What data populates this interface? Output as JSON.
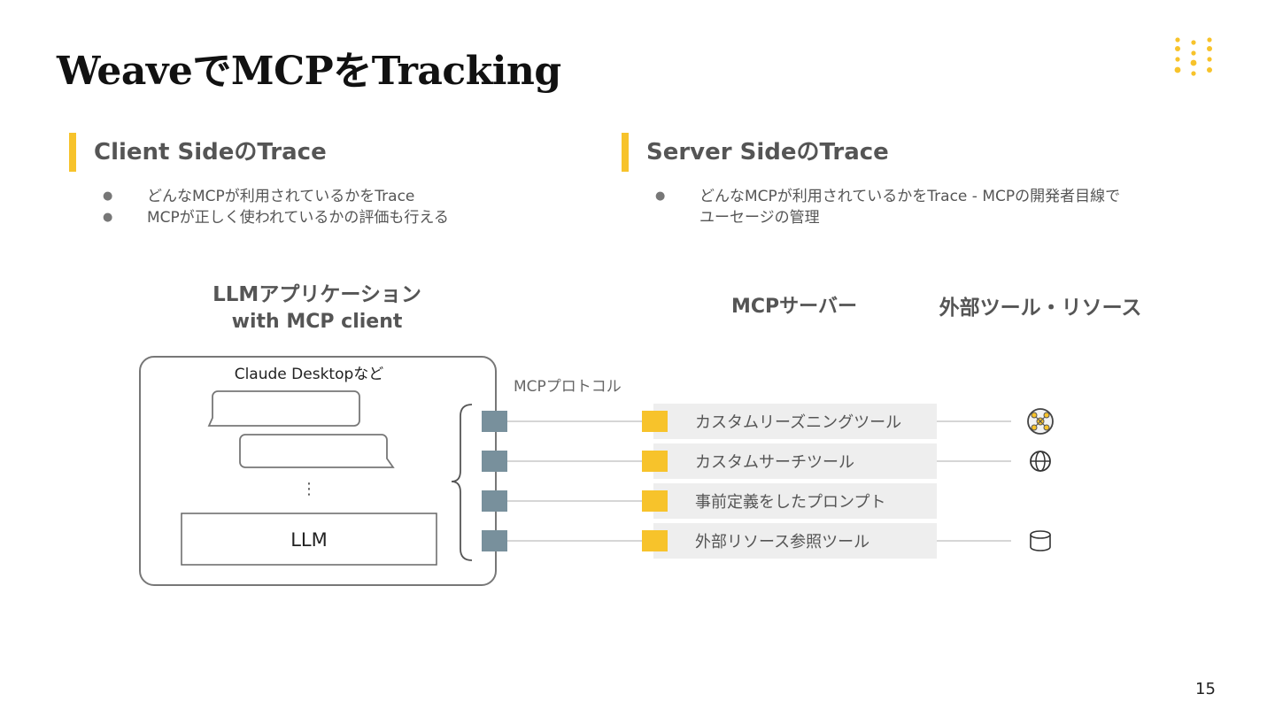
{
  "slide": {
    "title": "WeaveでMCPをTracking",
    "page_number": "15"
  },
  "left": {
    "heading": "Client SideのTrace",
    "bullets": [
      "どんなMCPが利用されているかをTrace",
      "MCPが正しく使われているかの評価も行える"
    ]
  },
  "right": {
    "heading": "Server SideのTrace",
    "bullets": [
      "どんなMCPが利用されているかをTrace - MCPの開発者目線でユーセージの管理"
    ]
  },
  "diagram": {
    "app_title_line1": "LLMアプリケーション",
    "app_title_line2": "with MCP client",
    "mcp_server_title": "MCPサーバー",
    "external_title": "外部ツール・リソース",
    "app_box_label": "Claude Desktopなど",
    "ellipsis": "⋮",
    "llm_label": "LLM",
    "protocol_label": "MCPプロトコル",
    "servers": [
      {
        "label": "カスタムリーズニングツール",
        "icon": "network-node-icon"
      },
      {
        "label": "カスタムサーチツール",
        "icon": "globe-icon"
      },
      {
        "label": "事前定義をしたプロンプト",
        "icon": ""
      },
      {
        "label": "外部リソース参照ツール",
        "icon": "database-icon"
      }
    ]
  },
  "colors": {
    "accent": "#f7c32b",
    "connector": "#78909c",
    "server_bg": "#eeeeee",
    "line": "#c8c8c8"
  }
}
